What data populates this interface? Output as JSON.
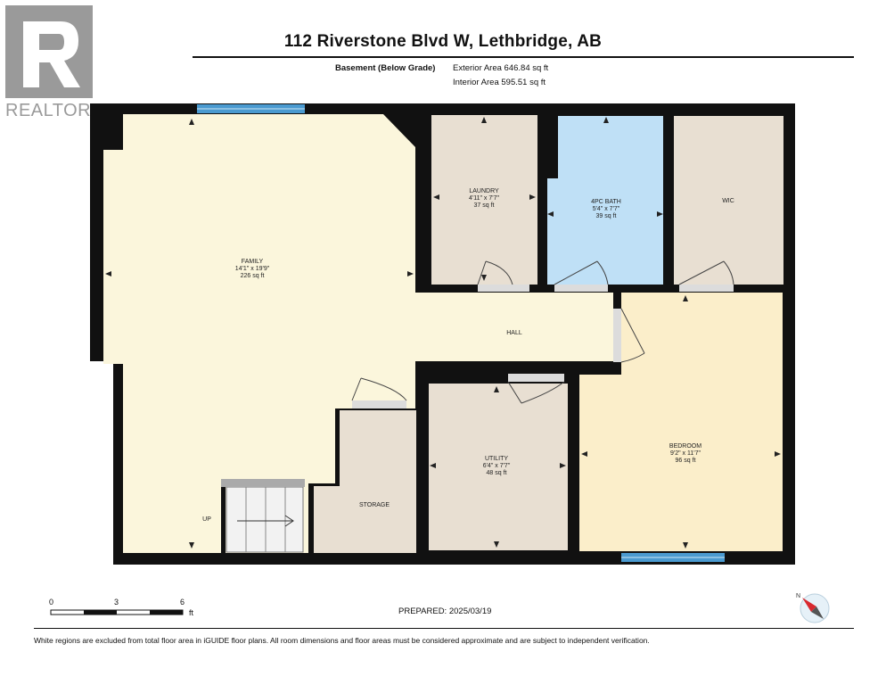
{
  "header": {
    "title": "112 Riverstone Blvd W, Lethbridge, AB",
    "level": "Basement (Below Grade)",
    "exterior_area": "Exterior Area 646.84 sq ft",
    "interior_area": "Interior Area 595.51 sq ft"
  },
  "logo": {
    "text": "REALTOR",
    "letter": "R"
  },
  "rooms": {
    "family": {
      "name": "FAMILY",
      "dims": "14'1\" x 19'9\"",
      "area": "226 sq ft"
    },
    "laundry": {
      "name": "LAUNDRY",
      "dims": "4'11\" x 7'7\"",
      "area": "37 sq ft"
    },
    "bath": {
      "name": "4PC BATH",
      "dims": "5'4\" x 7'7\"",
      "area": "39 sq ft"
    },
    "wic": {
      "name": "WIC"
    },
    "hall": {
      "name": "HALL"
    },
    "bedroom": {
      "name": "BEDROOM",
      "dims": "9'2\" x 11'7\"",
      "area": "96 sq ft"
    },
    "utility": {
      "name": "UTILITY",
      "dims": "6'4\" x 7'7\"",
      "area": "48 sq ft"
    },
    "storage": {
      "name": "STORAGE"
    },
    "stairs": {
      "label": "UP"
    }
  },
  "scale": {
    "labels": [
      "0",
      "3",
      "6"
    ],
    "unit": "ft"
  },
  "prepared": "PREPARED: 2025/03/19",
  "footer": "White regions are excluded from total floor area in iGUIDE floor plans. All room dimensions and floor areas must be considered approximate and are subject to independent verification.",
  "colors": {
    "wall": "#111111",
    "family": "#fbf6dc",
    "laundry": "#e8dfd2",
    "bath": "#bfe0f6",
    "bedroom": "#fbeeca",
    "window": "#4a9ad0",
    "door": "#dcdcdc"
  }
}
